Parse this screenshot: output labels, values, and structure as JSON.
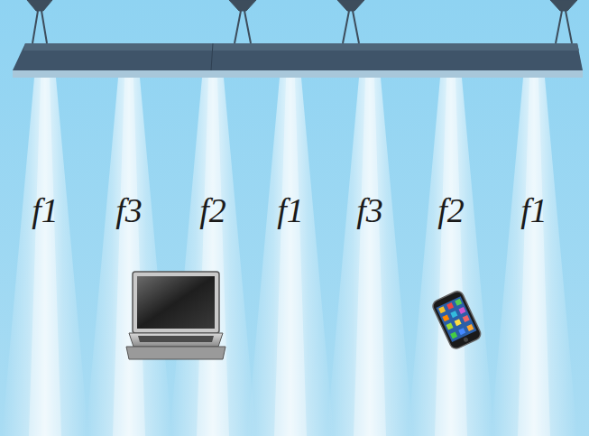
{
  "diagram": {
    "nodes": [
      {
        "text": [
          "f1"
        ]
      },
      {
        "text": [
          "f3"
        ]
      },
      {
        "text": [
          "f2"
        ]
      },
      {
        "text": [
          "f1"
        ]
      },
      {
        "text": [
          "f3"
        ]
      },
      {
        "text": [
          "f2"
        ]
      },
      {
        "text": [
          "f1"
        ]
      }
    ]
  }
}
